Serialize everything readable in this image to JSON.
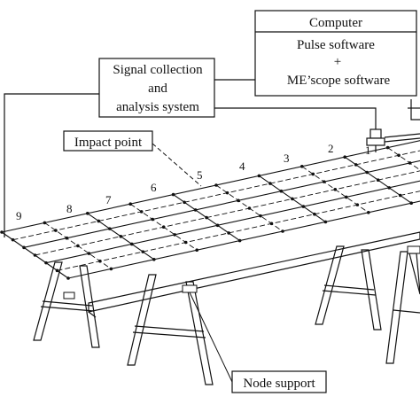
{
  "computer_box": {
    "title": "Computer",
    "line1": "Pulse software",
    "plus": "+",
    "line2": "ME’scope software"
  },
  "signal_box": {
    "line1": "Signal collection",
    "line2": "and",
    "line3": "analysis system"
  },
  "labels": {
    "impact_point": "Impact point",
    "node_support": "Node support"
  },
  "point_numbers": [
    "1",
    "2",
    "3",
    "4",
    "5",
    "6",
    "7",
    "8",
    "9"
  ]
}
